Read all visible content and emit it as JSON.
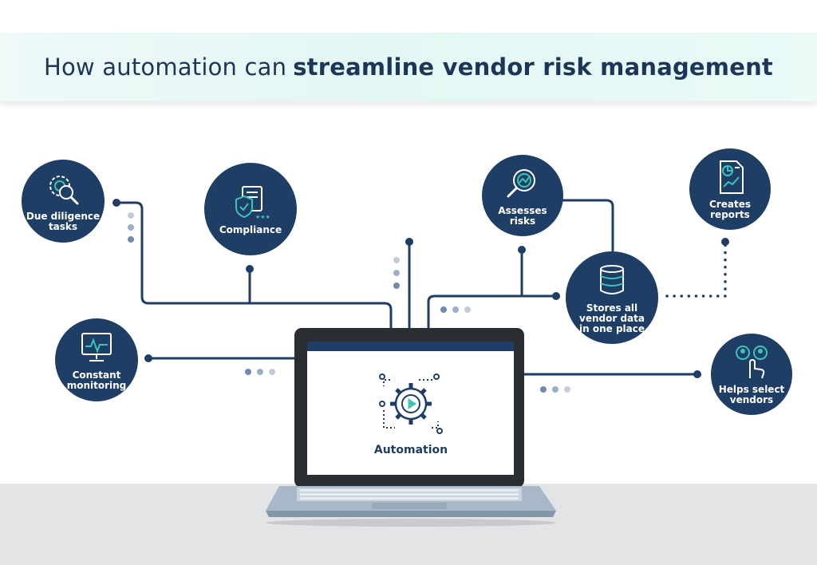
{
  "title": {
    "prefix": "How automation can",
    "emphasis": "streamline vendor risk management"
  },
  "center": {
    "label": "Automation",
    "icon": "gear-play-icon"
  },
  "nodes": {
    "due_diligence": {
      "label": "Due diligence\ntasks",
      "icon": "search-gear-icon"
    },
    "compliance": {
      "label": "Compliance",
      "icon": "certificate-icon"
    },
    "assesses_risks": {
      "label": "Assesses\nrisks",
      "icon": "risk-magnifier-icon"
    },
    "creates_reports": {
      "label": "Creates\nreports",
      "icon": "report-icon"
    },
    "stores_data": {
      "label": "Stores all\nvendor data\nin one place",
      "icon": "database-icon"
    },
    "constant_monitoring": {
      "label": "Constant\nmonitoring",
      "icon": "monitor-icon"
    },
    "helps_select": {
      "label": "Helps select\nvendors",
      "icon": "select-person-icon"
    }
  },
  "colors": {
    "navy": "#1f3e66",
    "teal": "#3cc4b8",
    "dot_light": "#c3cdd9",
    "dot_mid": "#9bb0c8",
    "dot_dark": "#6f8aab"
  }
}
